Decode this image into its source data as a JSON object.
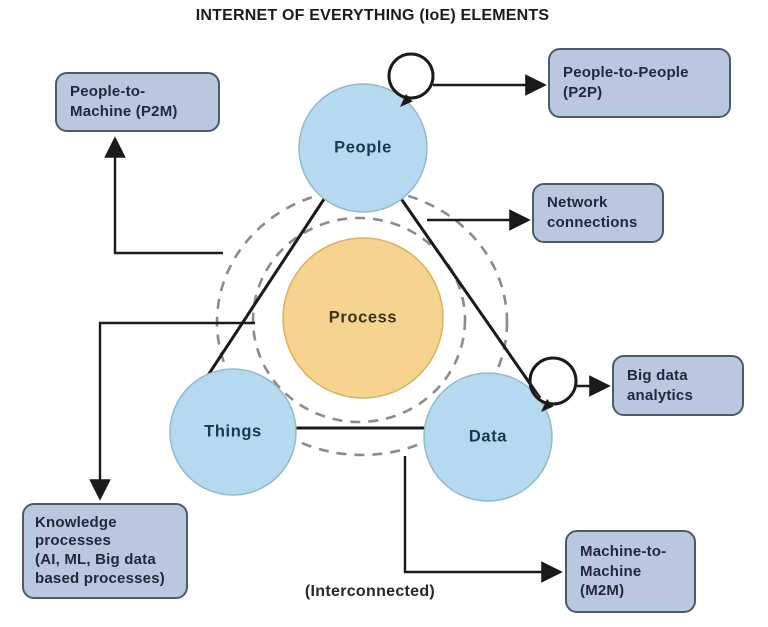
{
  "title": "INTERNET OF EVERYTHING (IoE) ELEMENTS",
  "footer": "(Interconnected)",
  "nodes": {
    "people": "People",
    "things": "Things",
    "data": "Data",
    "process": "Process"
  },
  "labels": {
    "p2m": "People-to-\nMachine (P2M)",
    "p2p": "People-to-People\n(P2P)",
    "network": "Network\nconnections",
    "bigdata": "Big data\nanalytics",
    "m2m": "Machine-to-\nMachine\n(M2M)",
    "knowledge": "Knowledge\nprocesses\n(AI, ML, Big data\nbased processes)"
  },
  "colors": {
    "node-fill": "#b5daf0",
    "node-stroke": "#93b9cf",
    "node-text": "#1c3850",
    "process-fill": "#f6d38e",
    "process-stroke": "#d9b264",
    "process-text": "#3a3322",
    "box-fill": "#b9c7e1",
    "box-border": "#4e5b66",
    "box-text": "#1c2a3a",
    "ring-color": "#8b8b8b",
    "line-color": "#1a1a1a"
  }
}
